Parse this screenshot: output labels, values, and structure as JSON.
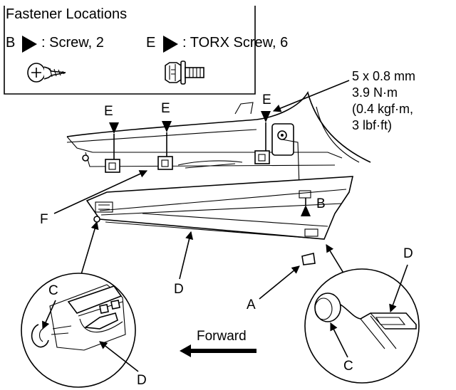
{
  "legend": {
    "title": "Fastener Locations",
    "items": [
      {
        "letter": "B",
        "text": ": Screw, 2",
        "icon": "screw-icon"
      },
      {
        "letter": "E",
        "text": ": TORX Screw, 6",
        "icon": "torx-screw-icon"
      }
    ]
  },
  "torque_spec": {
    "lines": [
      "5 x 0.8 mm",
      "3.9 N·m",
      "(0.4 kgf·m,",
      "3 lbf·ft)"
    ]
  },
  "callouts": {
    "e1": "E",
    "e2": "E",
    "e3": "E",
    "b": "B",
    "f": "F",
    "d_main": "D",
    "a": "A",
    "c_left": "C",
    "d_left": "D",
    "c_right": "C",
    "d_right": "D"
  },
  "direction": {
    "label": "Forward",
    "icon": "forward-arrow-icon"
  }
}
